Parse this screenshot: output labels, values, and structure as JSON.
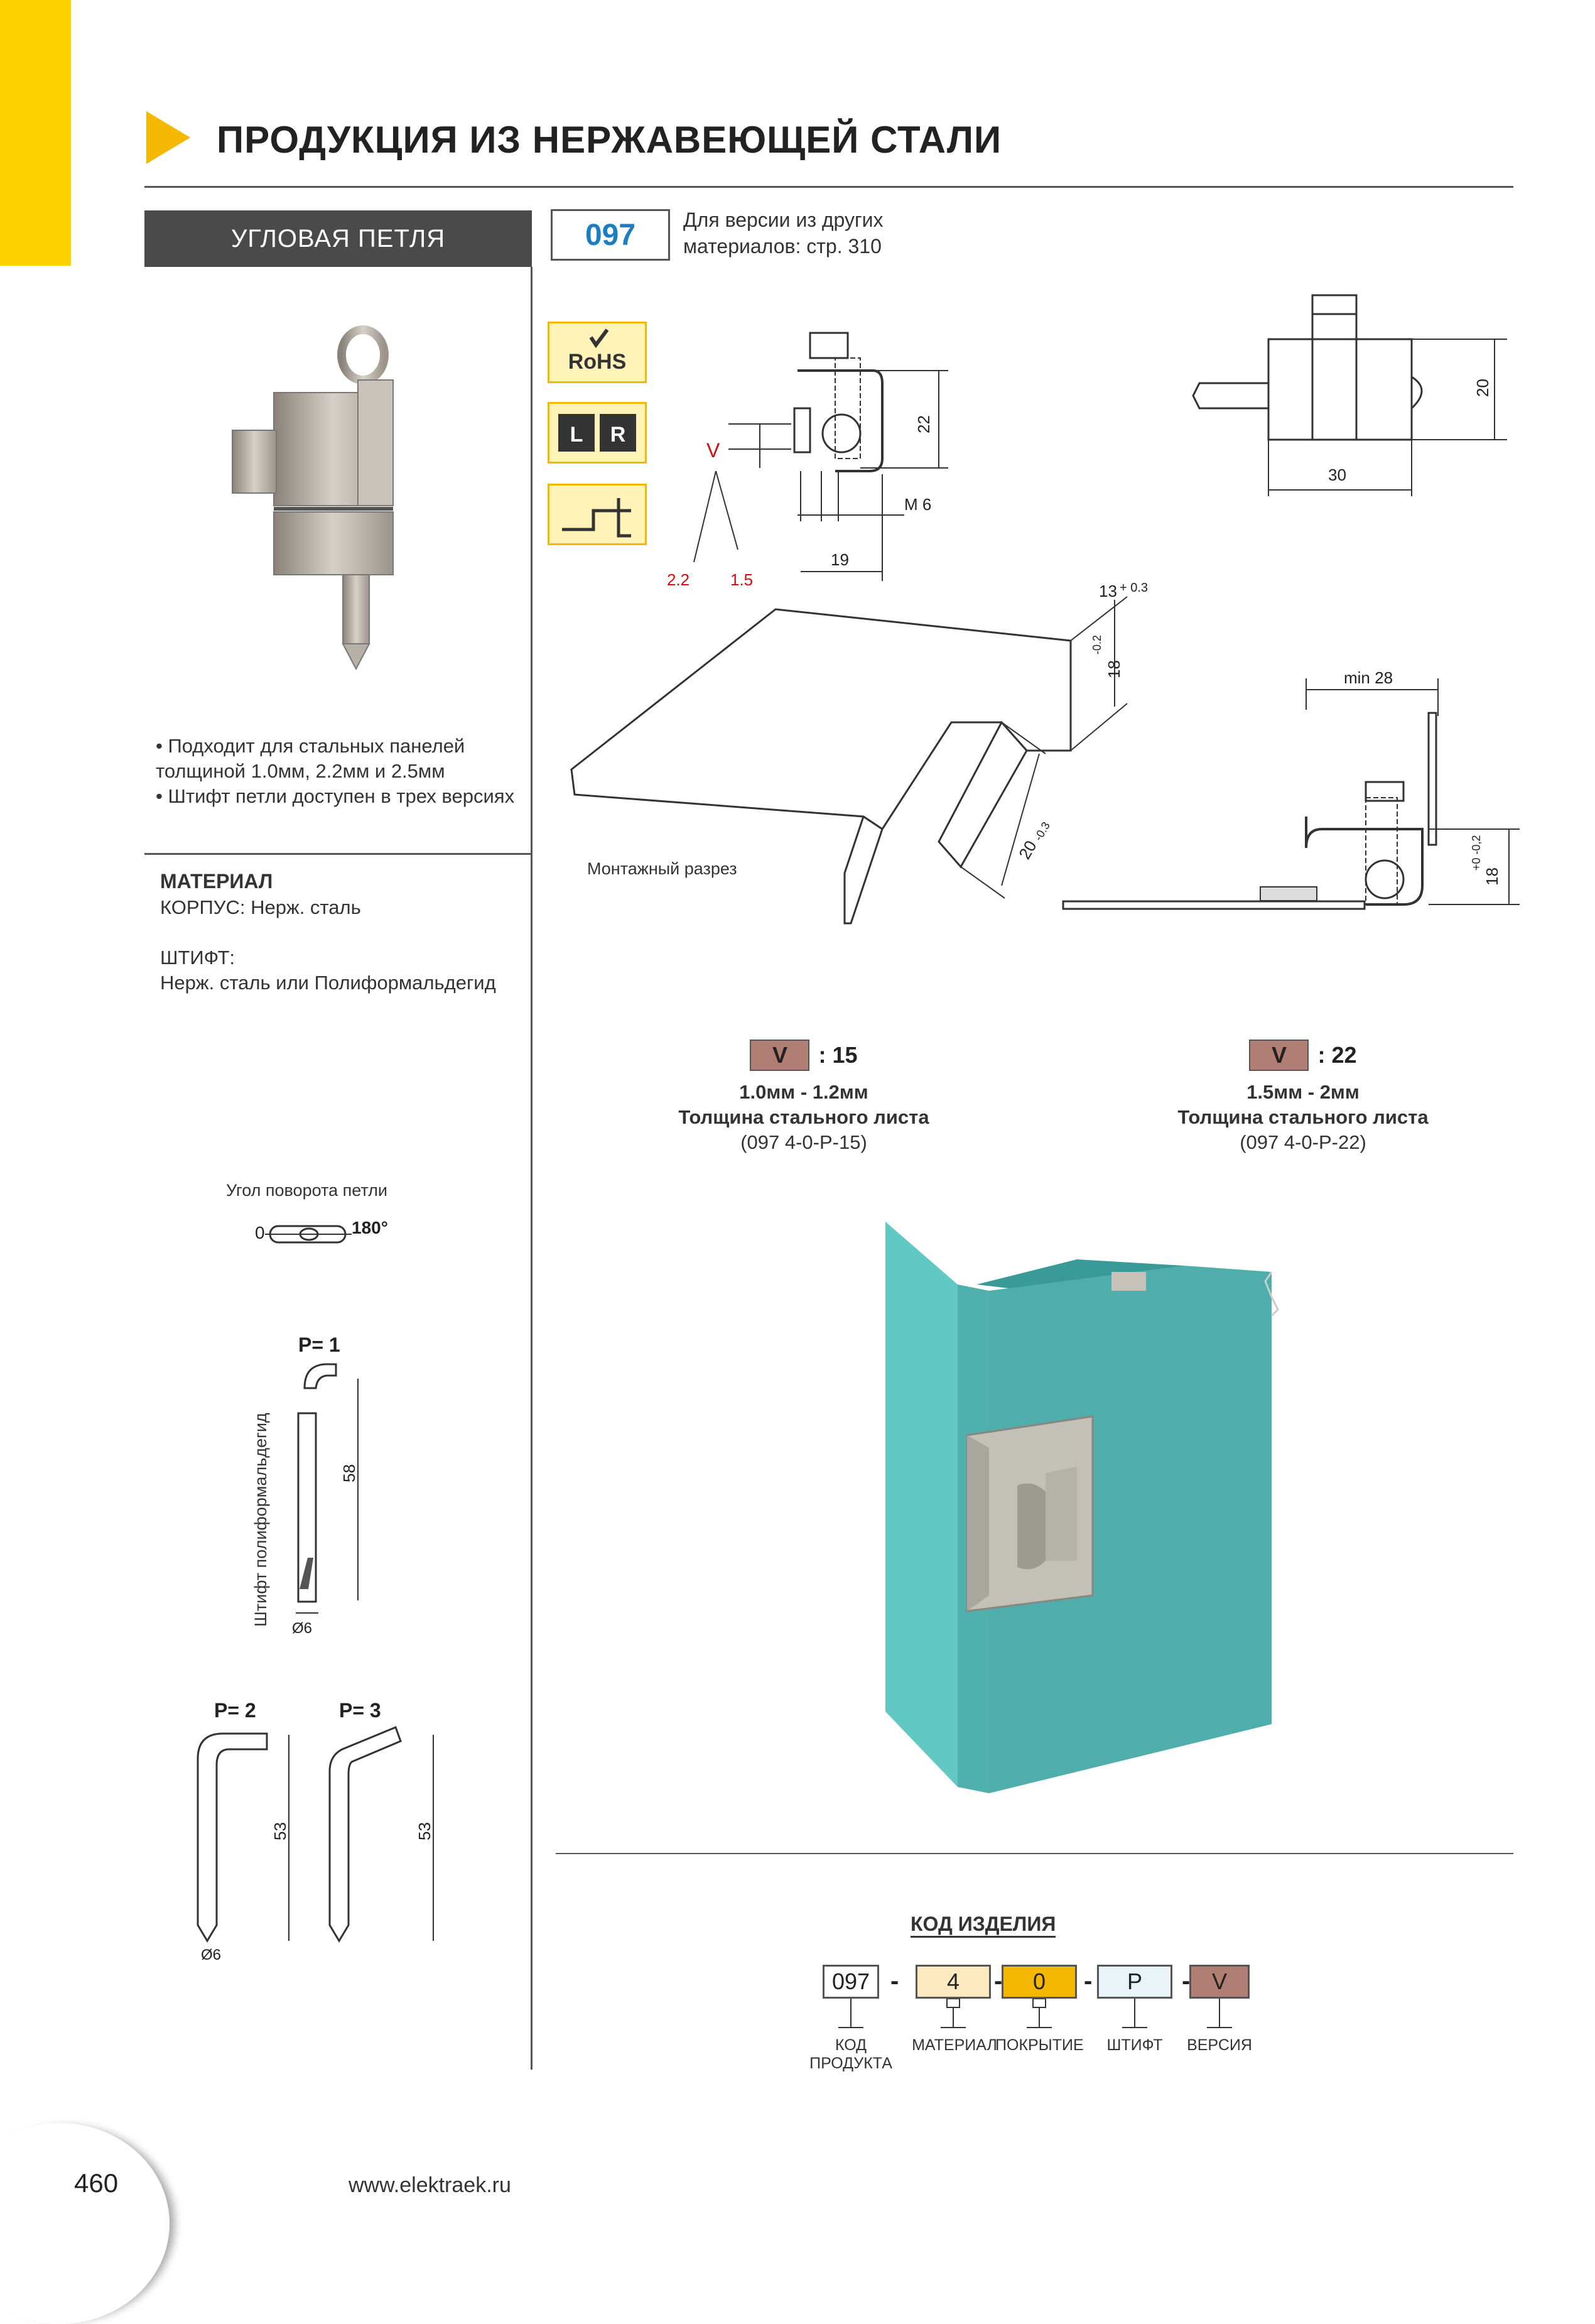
{
  "header": {
    "title": "ПРОДУКЦИЯ ИЗ НЕРЖАВЕЮЩЕЙ СТАЛИ"
  },
  "section": {
    "name": "УГЛОВАЯ ПЕТЛЯ",
    "code": "097",
    "note": "Для версии из других материалов: стр. 310"
  },
  "badges": {
    "rohs": "RoHS",
    "left": "L",
    "right": "R"
  },
  "features": [
    "• Подходит для стальных панелей толщиной 1.0мм, 2.2мм и 2.5мм",
    "• Штифт петли доступен в трех версиях"
  ],
  "material": {
    "heading": "МАТЕРИАЛ",
    "body": "КОРПУС: Нерж. сталь",
    "pin_heading": "ШТИФТ:",
    "pin_body": "Нерж. сталь или Полиформальдегид"
  },
  "rotation": {
    "label": "Угол поворота петли",
    "min": "0",
    "max": "180°"
  },
  "pins": {
    "p1": {
      "label": "P= 1",
      "length": "58",
      "diam": "Ø6",
      "side": "Штифт полиформальдегид"
    },
    "p2": {
      "label": "P= 2",
      "length": "53",
      "diam": "Ø6"
    },
    "p3": {
      "label": "P= 3",
      "length": "53"
    }
  },
  "drawing": {
    "v_label": "V",
    "v_a": "2.2",
    "v_b": "1.5",
    "dim_22": "22",
    "dim_m6": "M 6",
    "dim_19": "19",
    "dim_20": "20",
    "dim_30": "30",
    "dim_13": "13",
    "dim_13_tol": "+ 0.3",
    "dim_18": "18",
    "dim_18_tol": "-0.2",
    "dim_20b": "20",
    "dim_20b_tol": "-0.3",
    "cutout_label": "Монтажный разрез",
    "dim_min28": "min 28",
    "dim_18b": "18",
    "dim_18b_tol": "+0 -0,2"
  },
  "versions": [
    {
      "badge": "V",
      "value": ": 15",
      "range": "1.0мм - 1.2мм",
      "desc": "Толщина стального листа",
      "code": "(097 4-0-P-15)"
    },
    {
      "badge": "V",
      "value": ": 22",
      "range": "1.5мм - 2мм",
      "desc": "Толщина стального листа",
      "code": "(097 4-0-P-22)"
    }
  ],
  "product_code": {
    "heading": "КОД ИЗДЕЛИЯ",
    "cells": [
      "097",
      "4",
      "0",
      "P",
      "V"
    ],
    "labels": [
      "КОД ПРОДУКТА",
      "МАТЕРИАЛ",
      "ПОКРЫТИЕ",
      "ШТИФТ",
      "ВЕРСИЯ"
    ],
    "colors": [
      "#ffffff",
      "#fde9c0",
      "#f5b800",
      "#e8f4f8",
      "#b07e72"
    ]
  },
  "footer": {
    "page": "460",
    "url": "www.elektraek.ru"
  }
}
